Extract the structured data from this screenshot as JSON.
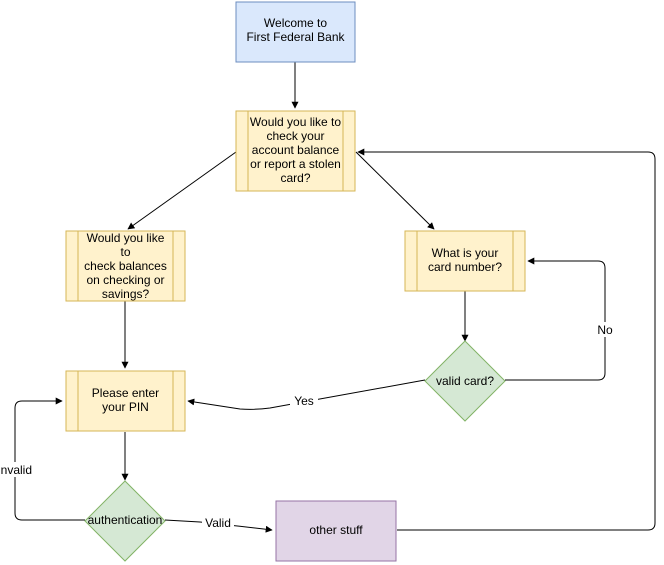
{
  "nodes": {
    "welcome": {
      "lines": [
        "Welcome to",
        "First Federal Bank"
      ]
    },
    "question": {
      "lines": [
        "Would you like to",
        "check your",
        "account balance",
        "or report a stolen",
        "card?"
      ]
    },
    "check_balances": {
      "lines": [
        "Would you like",
        "to",
        "check balances",
        "on checking or",
        "savings?"
      ]
    },
    "card_number": {
      "lines": [
        "What is your",
        "card number?"
      ]
    },
    "valid_card": {
      "lines": [
        "valid card?"
      ]
    },
    "enter_pin": {
      "lines": [
        "Please enter",
        "your PIN"
      ]
    },
    "authentication": {
      "lines": [
        "authentication"
      ]
    },
    "other_stuff": {
      "lines": [
        "other stuff"
      ]
    }
  },
  "edge_labels": {
    "yes": "Yes",
    "no": "No",
    "invalid": "invalid",
    "valid": "Valid"
  },
  "colors": {
    "start_fill": "#dae8fc",
    "start_stroke": "#6c8ebf",
    "process_fill": "#fff2cc",
    "process_stroke": "#d6b656",
    "decision_fill": "#d5e8d4",
    "decision_stroke": "#82b366",
    "end_fill": "#e1d5e7",
    "end_stroke": "#9673a6"
  }
}
